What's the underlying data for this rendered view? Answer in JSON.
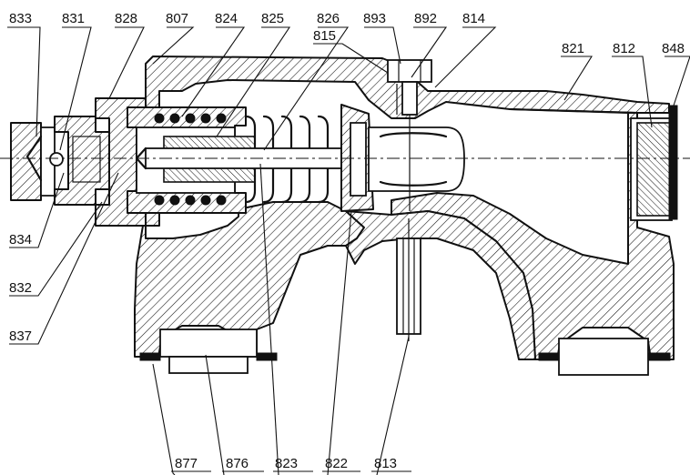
{
  "figure": {
    "callouts_top": [
      "833",
      "831",
      "828",
      "807",
      "824",
      "825",
      "826",
      "893",
      "892",
      "814",
      "815",
      "821",
      "812",
      "848"
    ],
    "callouts_left": [
      "834",
      "832",
      "837"
    ],
    "callouts_bottom": [
      "877",
      "876",
      "823",
      "822",
      "813"
    ]
  }
}
